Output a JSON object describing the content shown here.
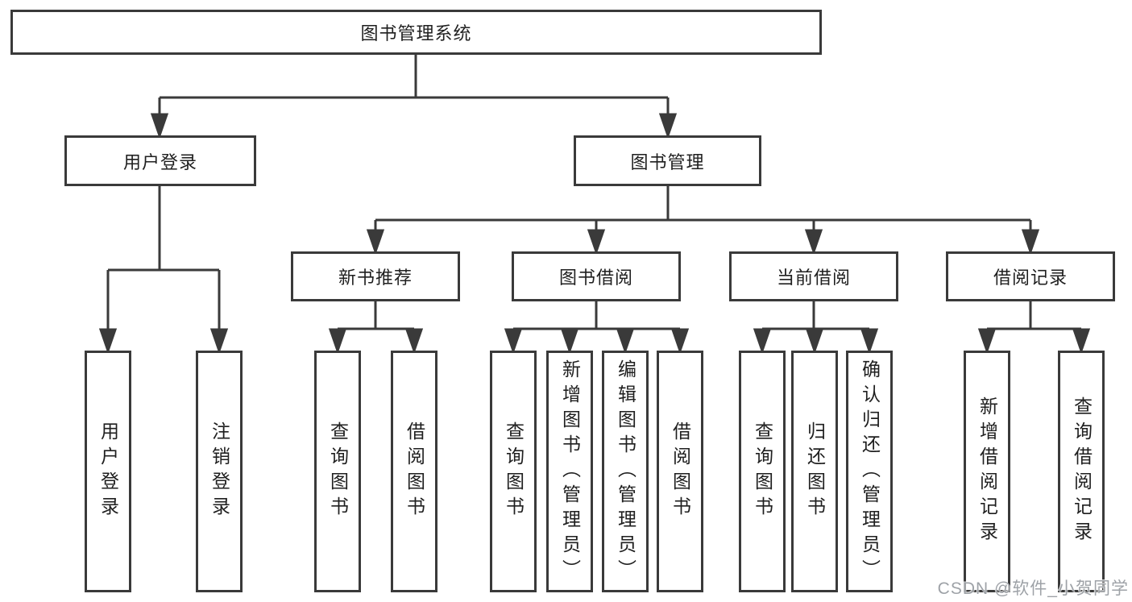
{
  "diagram": {
    "root": {
      "label": "图书管理系统"
    },
    "branches": [
      {
        "label": "用户登录",
        "children": [
          {
            "label": "用户登录"
          },
          {
            "label": "注销登录"
          }
        ]
      },
      {
        "label": "图书管理",
        "groups": [
          {
            "label": "新书推荐",
            "children": [
              {
                "label": "查询图书"
              },
              {
                "label": "借阅图书"
              }
            ]
          },
          {
            "label": "图书借阅",
            "children": [
              {
                "label": "查询图书"
              },
              {
                "label": "新增图书（管理员）"
              },
              {
                "label": "编辑图书（管理员）"
              },
              {
                "label": "借阅图书"
              }
            ]
          },
          {
            "label": "当前借阅",
            "children": [
              {
                "label": "查询图书"
              },
              {
                "label": "归还图书"
              },
              {
                "label": "确认归还（管理员）"
              }
            ]
          },
          {
            "label": "借阅记录",
            "children": [
              {
                "label": "新增借阅记录"
              },
              {
                "label": "查询借阅记录"
              }
            ]
          }
        ]
      }
    ]
  },
  "watermark": {
    "text": "CSDN @软件_小贺同学"
  },
  "colors": {
    "line": "#3a3a3a",
    "text": "#1f1f1f",
    "watermark": "#9ea2a7",
    "background": "#ffffff"
  }
}
